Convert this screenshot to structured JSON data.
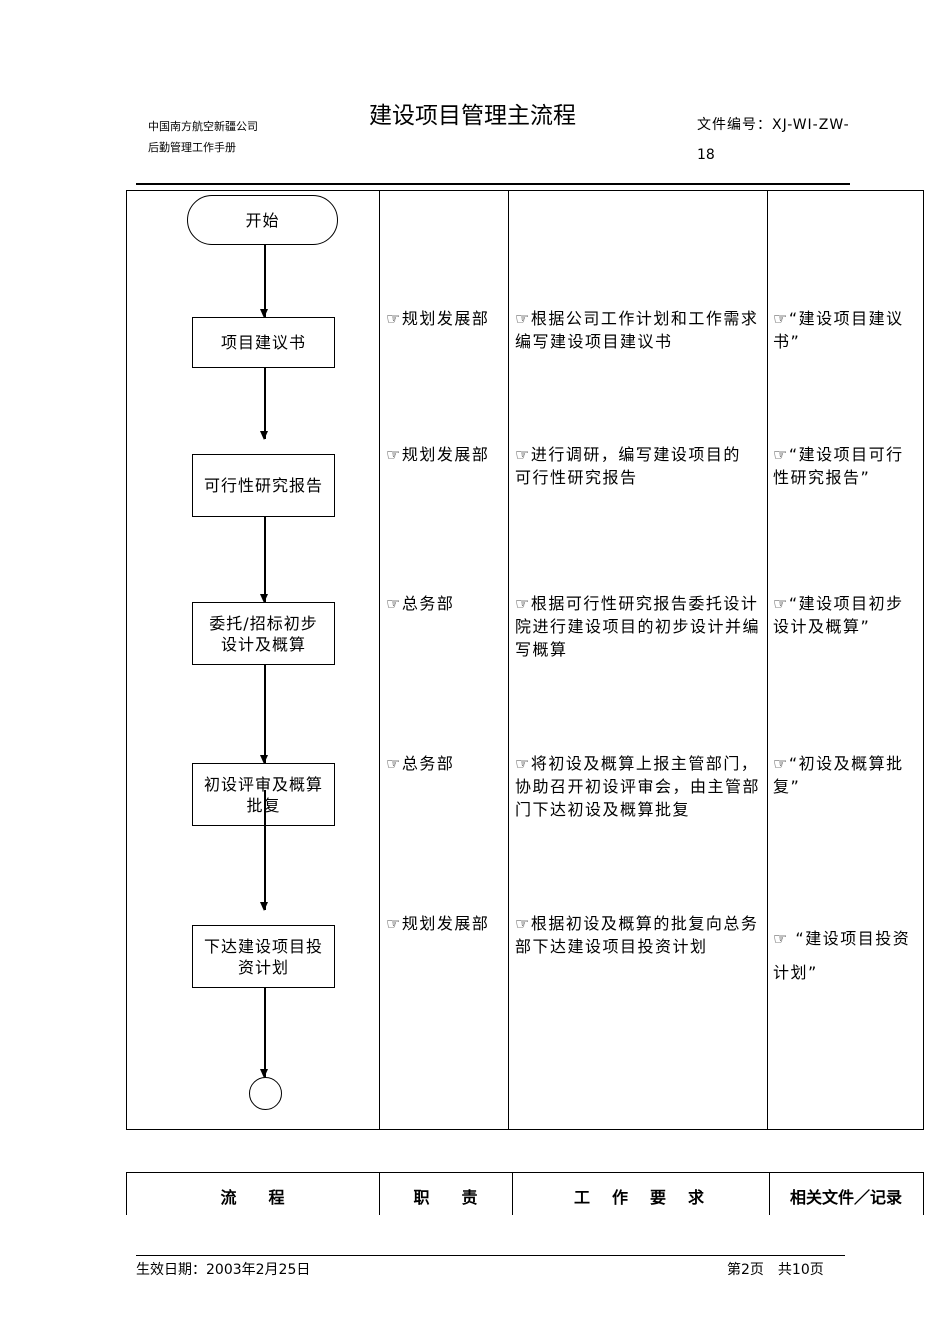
{
  "header": {
    "company": "中国南方航空新疆公司",
    "manual": "后勤管理工作手册",
    "title": "建设项目管理主流程",
    "doc_no_label": "文件编号：XJ-WI-ZW-",
    "doc_no_cont": "18"
  },
  "flow": {
    "start": "开始",
    "steps": [
      "项目建议书",
      "可行性研究报告",
      "委托/招标初步设计及概算",
      "初设评审及概算批复",
      "下达建设项目投资计划"
    ]
  },
  "rows": [
    {
      "role": "☞规划发展部",
      "req": "☞根据公司工作计划和工作需求编写建设项目建议书",
      "doc": "☞“建设项目建议书”"
    },
    {
      "role": "☞规划发展部",
      "req": "☞进行调研，编写建设项目的 可行性研究报告",
      "doc": "☞“建设项目可行性研究报告”"
    },
    {
      "role": "☞总务部",
      "req": "☞根据可行性研究报告委托设计院进行建设项目的初步设计并编写概算",
      "doc": "☞“建设项目初步设计及概算”"
    },
    {
      "role": "☞总务部",
      "req": "☞将初设及概算上报主管部门，协助召开初设评审会，由主管部门下达初设及概算批复",
      "doc": "☞“初设及概算批复”"
    },
    {
      "role": "☞规划发展部",
      "req": "☞根据初设及概算的批复向总务部下达建设项目投资计划",
      "doc": "☞ “建设项目投资计划”"
    }
  ],
  "columns": {
    "flow": "流　　程",
    "duty": "职　　责",
    "work": "工　作　要　求",
    "docs": "相关文件／记录"
  },
  "footer": {
    "effective": "生效日期：2003年2月25日",
    "page": "第2页　共10页"
  }
}
